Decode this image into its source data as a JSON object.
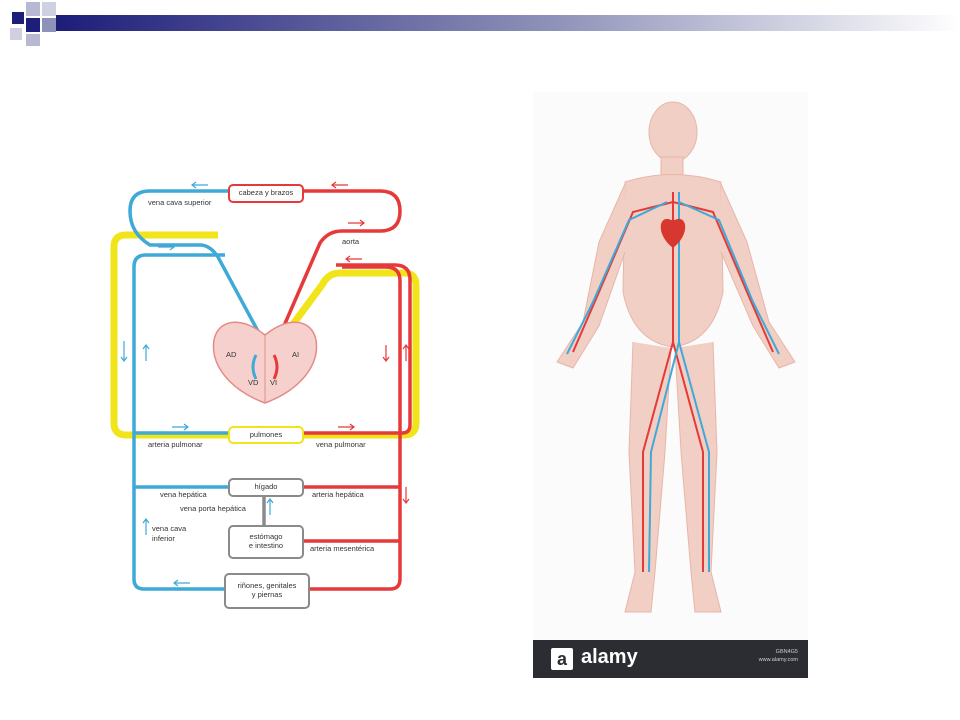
{
  "heart": {
    "right_atrium": "AD",
    "left_atrium": "AI",
    "right_ventricle": "VD",
    "left_ventricle": "VI"
  },
  "labels": {
    "head_arms": "cabeza y brazos",
    "superior_vena_cava": "vena cava superior",
    "aorta": "aorta",
    "lungs": "pulmones",
    "pulmonary_artery": "arteria pulmonar",
    "pulmonary_vein": "vena pulmonar",
    "liver": "hígado",
    "hepatic_vein": "vena hepática",
    "hepatic_artery": "arteria hepática",
    "hepatic_portal_vein": "vena porta hepática",
    "inferior_vena_cava_1": "vena cava",
    "inferior_vena_cava_2": "inferior",
    "stomach_1": "estómago",
    "stomach_2": "e intestino",
    "mesenteric_artery": "arteria mesentérica",
    "kidneys_1": "riñones, genitales",
    "kidneys_2": "y piernas"
  },
  "photo": {
    "brand": "alamy",
    "brand_letter": "a",
    "stock_id": "GBN4G5",
    "site": "www.alamy.com"
  },
  "colors": {
    "artery": "#e5393a",
    "vein": "#3fa9d8",
    "highlight": "#f2e41a",
    "corner_navy": "#1d1d7a"
  }
}
